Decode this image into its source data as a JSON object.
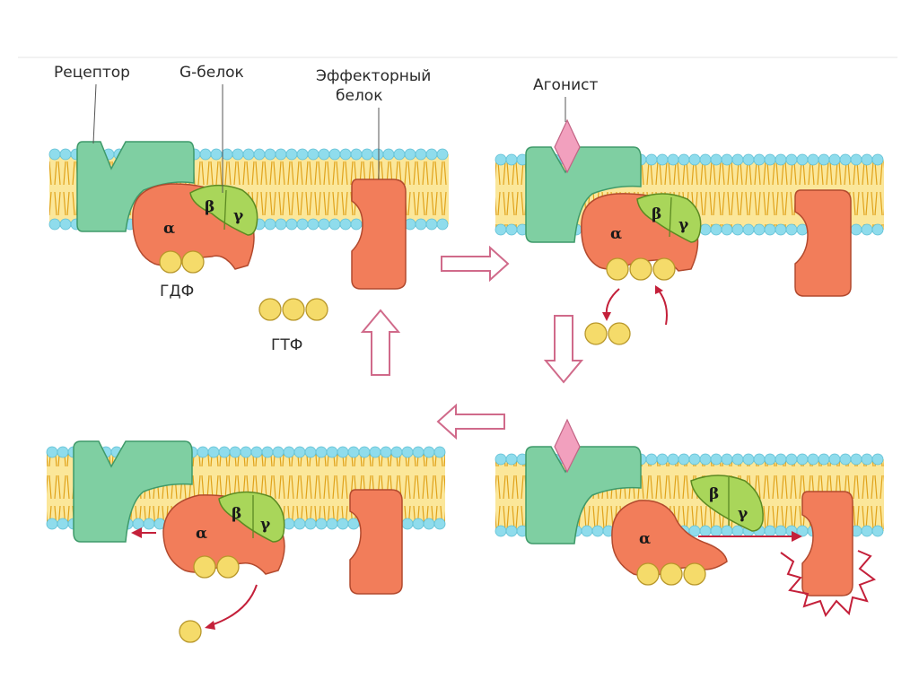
{
  "labels": {
    "receptor": "Рецептор",
    "g_protein": "G-белок",
    "effector_line1": "Эффекторный",
    "effector_line2": "белок",
    "agonist": "Агонист",
    "gdp": "ГДФ",
    "gtp": "ГТФ"
  },
  "subunits": {
    "alpha": "α",
    "beta": "β",
    "gamma": "γ"
  },
  "colors": {
    "membrane_head": "#8fdcec",
    "membrane_head_stroke": "#5fbfd4",
    "membrane_core": "#fbe79a",
    "membrane_tail": "#e0a21a",
    "receptor": "#7fcfa2",
    "receptor_stroke": "#3f9a6a",
    "alpha": "#f27d5a",
    "alpha_stroke": "#b24a2e",
    "beta_gamma": "#a9d65a",
    "beta_gamma_stroke": "#5c8a22",
    "effector": "#f27d5a",
    "agonist": "#f2a0be",
    "nucleotide": "#f5db6a",
    "nucleotide_stroke": "#b8972a",
    "arrow_outline": "#d06a8a",
    "red_arrow": "#c4203a",
    "activation_burst": "#c4203a"
  }
}
